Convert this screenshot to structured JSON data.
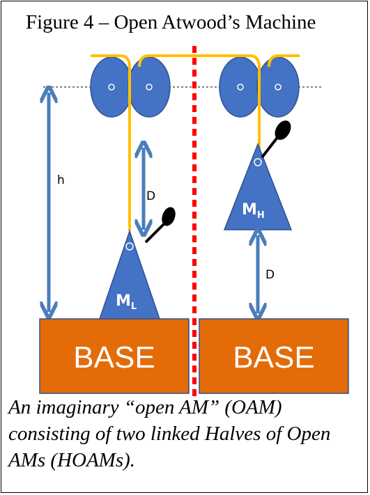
{
  "figure": {
    "title": "Figure  4 – Open Atwood’s  Machine",
    "caption": "An imaginary “open AM” (OAM) consisting of two linked Halves of Open AMs (HOAMs)."
  },
  "labels": {
    "height": "h",
    "distance_left": "D",
    "distance_right": "D",
    "mass_light": "M",
    "mass_light_sub": "L",
    "mass_heavy": "M",
    "mass_heavy_sub": "H",
    "base_left": "BASE",
    "base_right": "BASE"
  },
  "colors": {
    "pulley": "#4472c4",
    "pulley_stroke": "#2f528f",
    "rope": "#ffc000",
    "base": "#e36c09",
    "base_stroke": "#2f528f",
    "divider": "#ff0000",
    "arrow": "#4a7ebb"
  }
}
